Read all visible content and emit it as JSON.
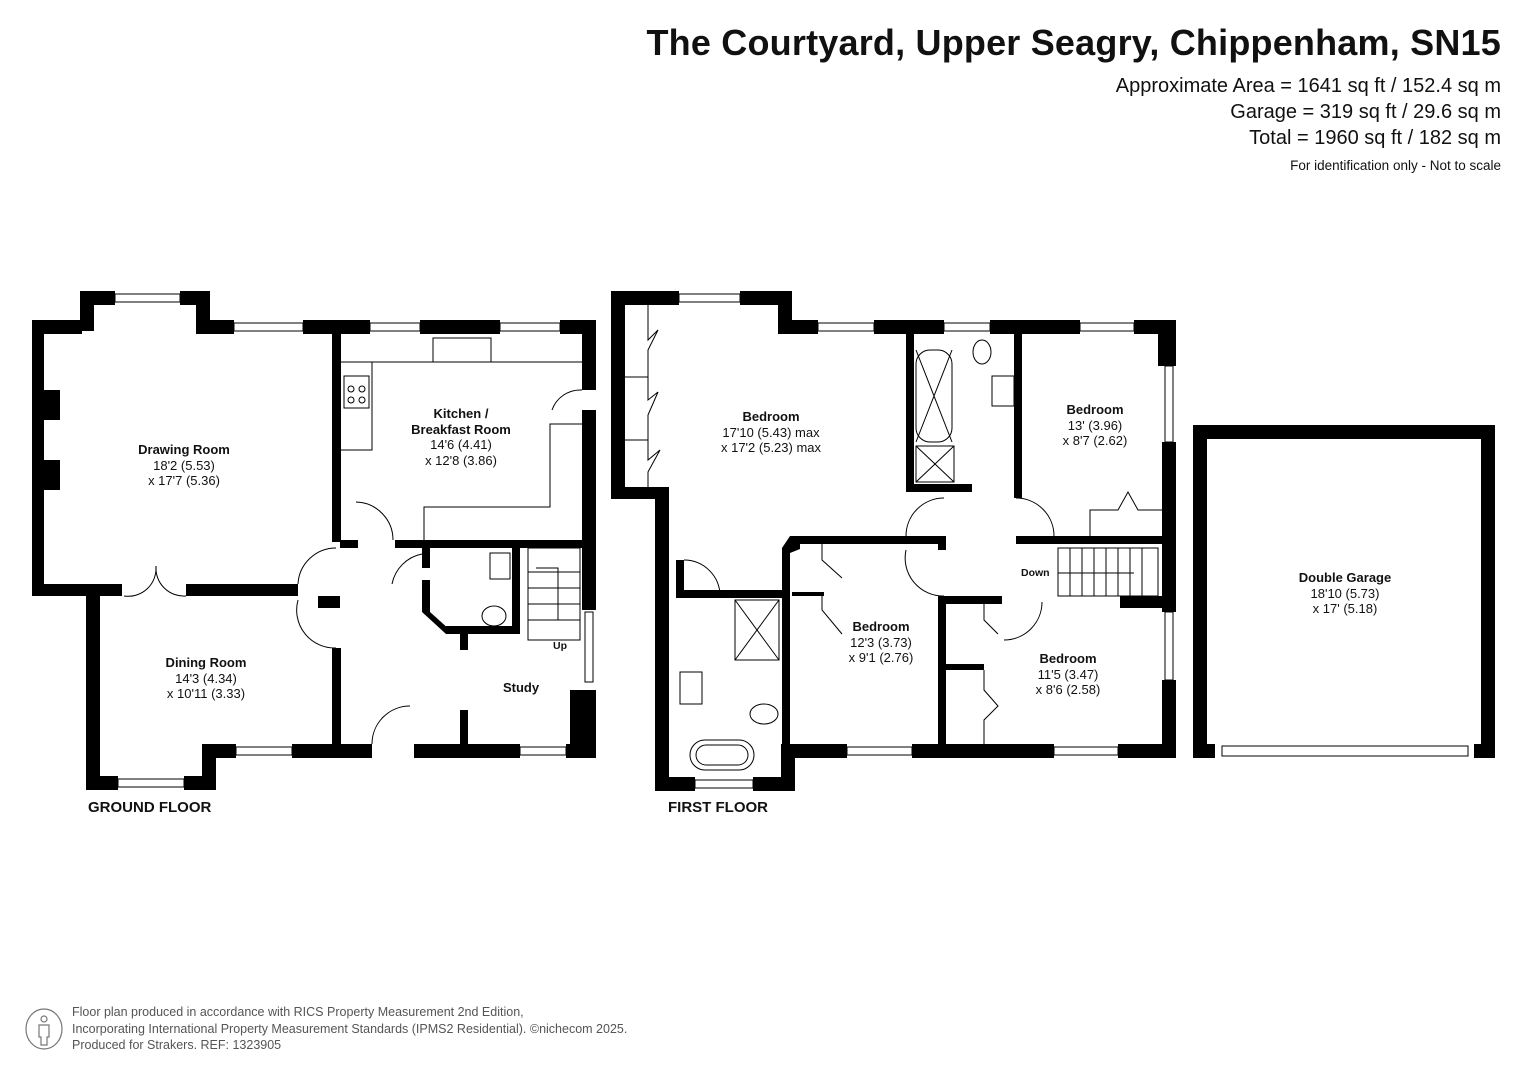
{
  "header": {
    "title": "The Courtyard, Upper Seagry, Chippenham, SN15",
    "approximate_area": "Approximate Area = 1641 sq ft / 152.4 sq m",
    "garage_area": "Garage = 319 sq ft / 29.6 sq m",
    "total_area": "Total = 1960 sq ft / 182 sq m",
    "disclaimer": "For identification only - Not to scale"
  },
  "ground_floor": {
    "label": "GROUND FLOOR",
    "rooms": [
      {
        "name": "Drawing Room",
        "dim1": "18'2 (5.53)",
        "dim2": "x 17'7 (5.36)"
      },
      {
        "name": "Kitchen /",
        "name2": "Breakfast Room",
        "dim1": "14'6 (4.41)",
        "dim2": "x 12'8 (3.86)"
      },
      {
        "name": "Dining Room",
        "dim1": "14'3 (4.34)",
        "dim2": "x 10'11 (3.33)"
      },
      {
        "name": "Study"
      }
    ],
    "stairs_label": "Up"
  },
  "first_floor": {
    "label": "FIRST FLOOR",
    "rooms": [
      {
        "name": "Bedroom",
        "dim1": "17'10 (5.43) max",
        "dim2": "x 17'2 (5.23) max"
      },
      {
        "name": "Bedroom",
        "dim1": "13' (3.96)",
        "dim2": "x 8'7 (2.62)"
      },
      {
        "name": "Bedroom",
        "dim1": "12'3 (3.73)",
        "dim2": "x 9'1 (2.76)"
      },
      {
        "name": "Bedroom",
        "dim1": "11'5 (3.47)",
        "dim2": "x 8'6 (2.58)"
      }
    ],
    "stairs_label": "Down"
  },
  "garage": {
    "name": "Double Garage",
    "dim1": "18'10 (5.73)",
    "dim2": "x 17' (5.18)"
  },
  "footer": {
    "line1": "Floor plan produced in accordance with RICS Property Measurement 2nd Edition,",
    "line2": "Incorporating International Property Measurement Standards (IPMS2 Residential).   ©nichecom 2025.",
    "line3": "Produced for Strakers.    REF: 1323905",
    "icon": "person-info-icon"
  },
  "colors": {
    "wall": "#000000",
    "background": "#ffffff",
    "text": "#111111",
    "footer_text": "#555555"
  }
}
